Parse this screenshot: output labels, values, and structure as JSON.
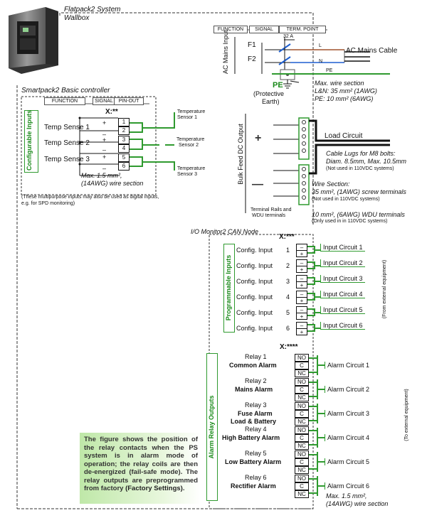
{
  "wallbox": {
    "title_line1": "Flatpack2 System",
    "title_line2": "Wallbox"
  },
  "ac_header": {
    "function": "FUNCTION",
    "signal": "SIGNAL",
    "term_point": "TERM. POINT"
  },
  "ac": {
    "input_label": "AC Mains Input",
    "f1": "F1",
    "f2": "F2",
    "rating": "32 A",
    "l": "L",
    "n": "N",
    "pe_wire": "PE",
    "cable": "AC Mains Cable",
    "pe_label": "PE",
    "pe_desc_line1": "(Protective",
    "pe_desc_line2": "Earth)",
    "wire_line1": "Max. wire section",
    "wire_line2": "L&N: 35 mm² (1AWG)",
    "wire_line3": "PE: 10 mm² (6AWG)"
  },
  "controller": {
    "title": "Smartpack2 Basic controller",
    "hdr_function": "FUNCTION",
    "hdr_signal": "SIGNAL",
    "hdr_pinout": "PIN-OUT",
    "conn": "X:**",
    "group": "Configurable Inputs",
    "inputs": [
      {
        "label": "Temp Sense 1",
        "pins": [
          "1",
          "2"
        ],
        "sensor_line1": "Temperature",
        "sensor_line2": "Sensor 1"
      },
      {
        "label": "Temp Sense 2",
        "pins": [
          "3",
          "4"
        ],
        "sensor_line1": "Temperature",
        "sensor_line2": "Sensor 2"
      },
      {
        "label": "Temp Sense 3",
        "pins": [
          "5",
          "6"
        ],
        "sensor_line1": "Temperature",
        "sensor_line2": "Sensor 3"
      }
    ],
    "plus": "+",
    "minus": "–",
    "wire_line1": "Max. 1.5 mm²,",
    "wire_line2": "(14AWG) wire section",
    "note_line1": "(These multipurpose inputs may also be used as digital inputs,",
    "note_line2": "e.g. for SPD monitoring)"
  },
  "dc": {
    "label": "Bulk Feed DC Output",
    "plus": "+",
    "minus": "—",
    "load": "Load Circuit",
    "lugs_line1": "Cable Lugs for M8 bolts:",
    "lugs_line2": "Diam. 8.5mm, Max. 10.5mm",
    "lugs_note": "(Not used in 110VDC systems)",
    "ws_line1": "Wire Section:",
    "ws_line2": "35 mm², (1AWG) screw terminals",
    "ws_note": "(Not used in 110VDC systems)",
    "wdu_line": "10 mm², (6AWG) WDU terminals",
    "wdu_note": "(Only used in in 110VDC systems)",
    "rails_line1": "Terminal Rails and",
    "rails_line2": "WDU terminals"
  },
  "io": {
    "title": "I/O Monitor2 CAN Node",
    "conn": "X:***",
    "group": "Programmable Inputs",
    "inputs": [
      {
        "label": "Config. Input",
        "num": "1",
        "circuit": "Input Circuit 1"
      },
      {
        "label": "Config. Input",
        "num": "2",
        "circuit": "Input Circuit 2"
      },
      {
        "label": "Config. Input",
        "num": "3",
        "circuit": "Input Circuit 3"
      },
      {
        "label": "Config. Input",
        "num": "4",
        "circuit": "Input Circuit 4"
      },
      {
        "label": "Config. Input",
        "num": "5",
        "circuit": "Input Circuit 5"
      },
      {
        "label": "Config. Input",
        "num": "6",
        "circuit": "Input Circuit 6"
      }
    ],
    "minus": "–",
    "plus": "+",
    "side_note": "(From external equipment)"
  },
  "relays": {
    "conn": "X:****",
    "group": "Alarm Relay Outputs",
    "no": "NO",
    "c": "C",
    "nc": "NC",
    "items": [
      {
        "num": "Relay 1",
        "name": "Common Alarm",
        "circuit": "Alarm Circuit 1"
      },
      {
        "num": "Relay 2",
        "name": "Mains Alarm",
        "circuit": "Alarm Circuit 2"
      },
      {
        "num": "Relay 3",
        "name": "Fuse Alarm",
        "name2": "Load & Battery",
        "circuit": "Alarm Circuit 3"
      },
      {
        "num": "Relay 4",
        "name": "High Battery Alarm",
        "circuit": "Alarm Circuit 4"
      },
      {
        "num": "Relay 5",
        "name": "Low Battery Alarm",
        "circuit": "Alarm Circuit 5"
      },
      {
        "num": "Relay 6",
        "name": "Rectifier Alarm",
        "circuit": "Alarm Circuit 6"
      }
    ],
    "side_note": "(To external equipment)",
    "wire_line1": "Max. 1.5 mm²,",
    "wire_line2": "(14AWG) wire section"
  },
  "note": {
    "text": "The figure shows the position of the relay contacts when the PS system is in alarm mode of operation; the relay coils are then de-energized (fail-safe mode). The relay outputs are preprogrammed from factory",
    "bold": "(Factory Settings)"
  },
  "colors": {
    "green": "#2f9a2f",
    "l_wire": "#a0522d",
    "n_wire": "#1e5fd0",
    "pe_wire": "#2f9a2f"
  }
}
